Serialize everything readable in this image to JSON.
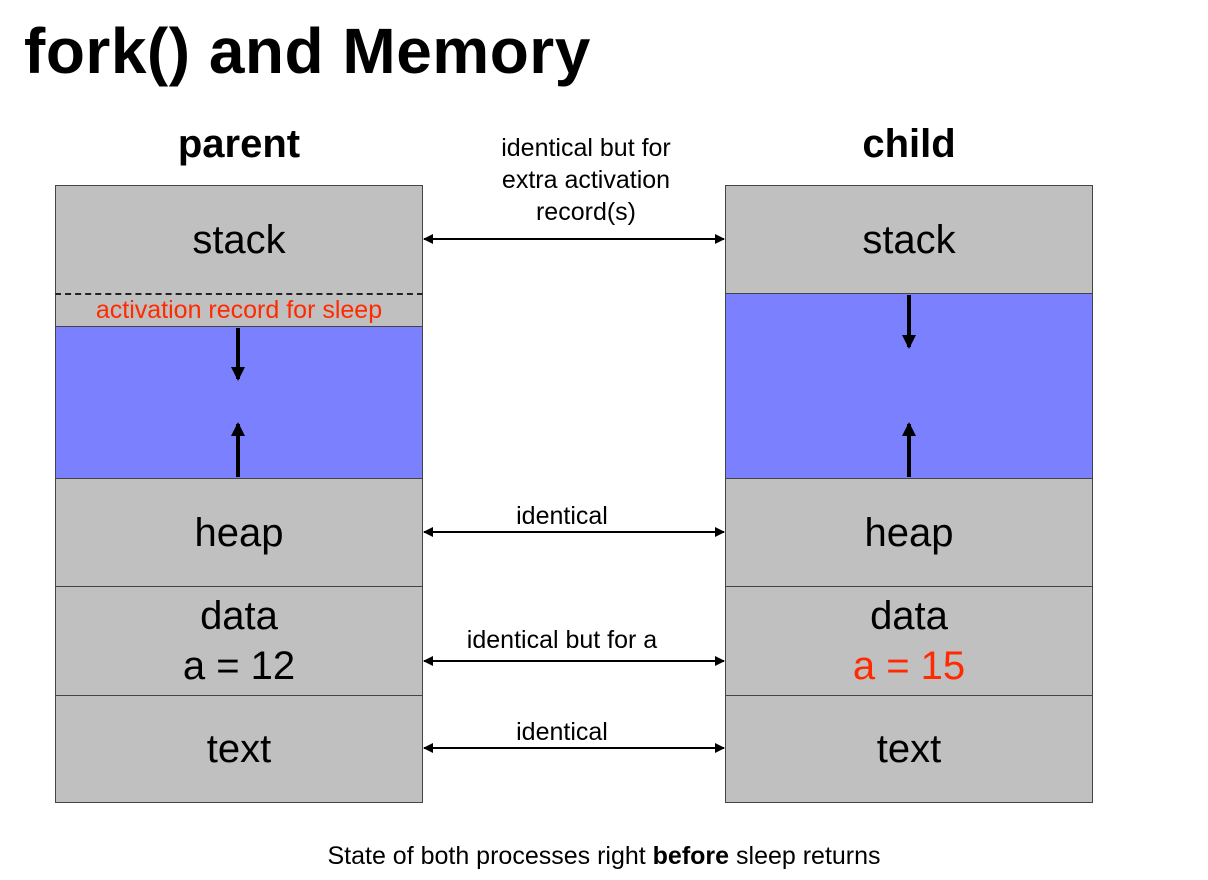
{
  "title": "fork() and Memory",
  "parent": {
    "label": "parent",
    "stack": "stack",
    "activation_record": "activation record for sleep",
    "heap": "heap",
    "data": "data",
    "data_value": "a = 12",
    "text": "text"
  },
  "child": {
    "label": "child",
    "stack": "stack",
    "heap": "heap",
    "data": "data",
    "data_value": "a = 15",
    "text": "text"
  },
  "annotations": {
    "stack_line1": "identical but for",
    "stack_line2": "extra activation",
    "stack_line3": "record(s)",
    "heap": "identical",
    "data": "identical but for a",
    "text": "identical"
  },
  "caption": {
    "before": "State of both processes right ",
    "bold": "before",
    "after": " sleep returns"
  },
  "colors": {
    "segment": "#c0c0c0",
    "free_space": "#7b80ff",
    "highlight": "#ff2a00"
  }
}
